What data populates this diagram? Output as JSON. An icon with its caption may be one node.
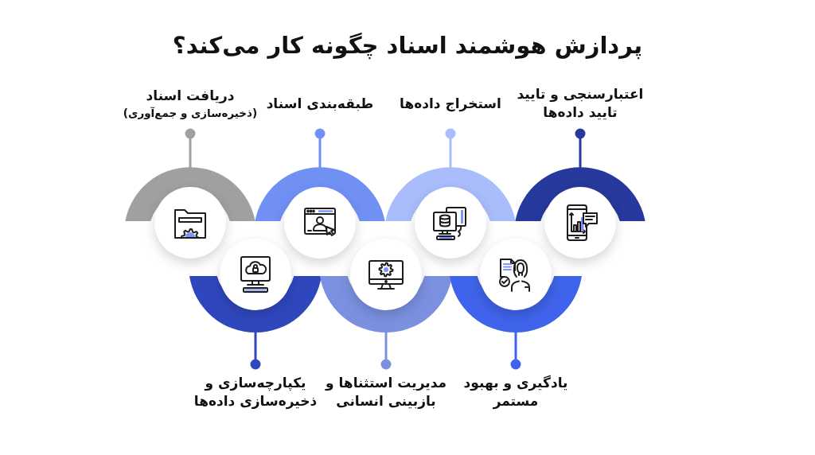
{
  "diagram": {
    "title": "پردازش هوشمند اسناد چگونه کار می‌کند؟",
    "nodes": [
      {
        "text": [
          "دریافت اسناد",
          "(ذخیره‌سازی و جمع‌آوری)"
        ]
      },
      {
        "text": [
          "طبقه‌بندی اسناد"
        ]
      },
      {
        "text": [
          "استخراج داده‌ها"
        ]
      },
      {
        "text": [
          "اعتبارسنجی و تایید تایید داده‌ها"
        ]
      },
      {
        "text": [
          "یکپارچه‌سازی و ذخیره‌سازی داده‌ها"
        ]
      },
      {
        "text": [
          "مدیریت استثناها و بازبینی انسانی"
        ]
      },
      {
        "text": [
          "یادگیری و بهبود مستمر"
        ]
      }
    ]
  }
}
